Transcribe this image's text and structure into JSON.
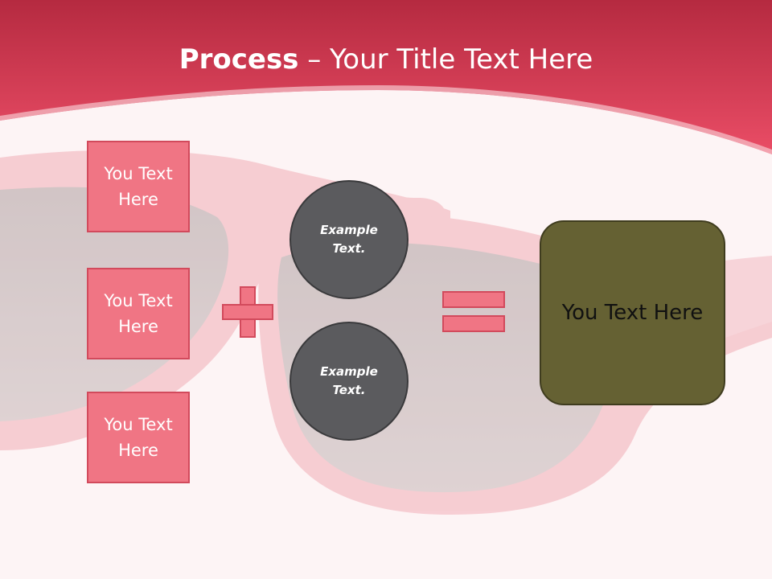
{
  "title": {
    "strong": "Process",
    "rest": " – Your Title Text Here"
  },
  "boxes": [
    {
      "label": "You Text Here"
    },
    {
      "label": "You Text Here"
    },
    {
      "label": "You Text Here"
    }
  ],
  "operators": {
    "plus": "plus-icon",
    "equals": "equals-icon"
  },
  "circles": [
    {
      "label": "Example Text."
    },
    {
      "label": "Example Text."
    }
  ],
  "result": {
    "label": "You Text Here"
  },
  "colors": {
    "header": "#e04a62",
    "box_fill": "#f07584",
    "box_border": "#d24a5c",
    "circle_fill": "#5b5b5e",
    "result_fill": "#656133",
    "background": "#fdf3f4"
  }
}
